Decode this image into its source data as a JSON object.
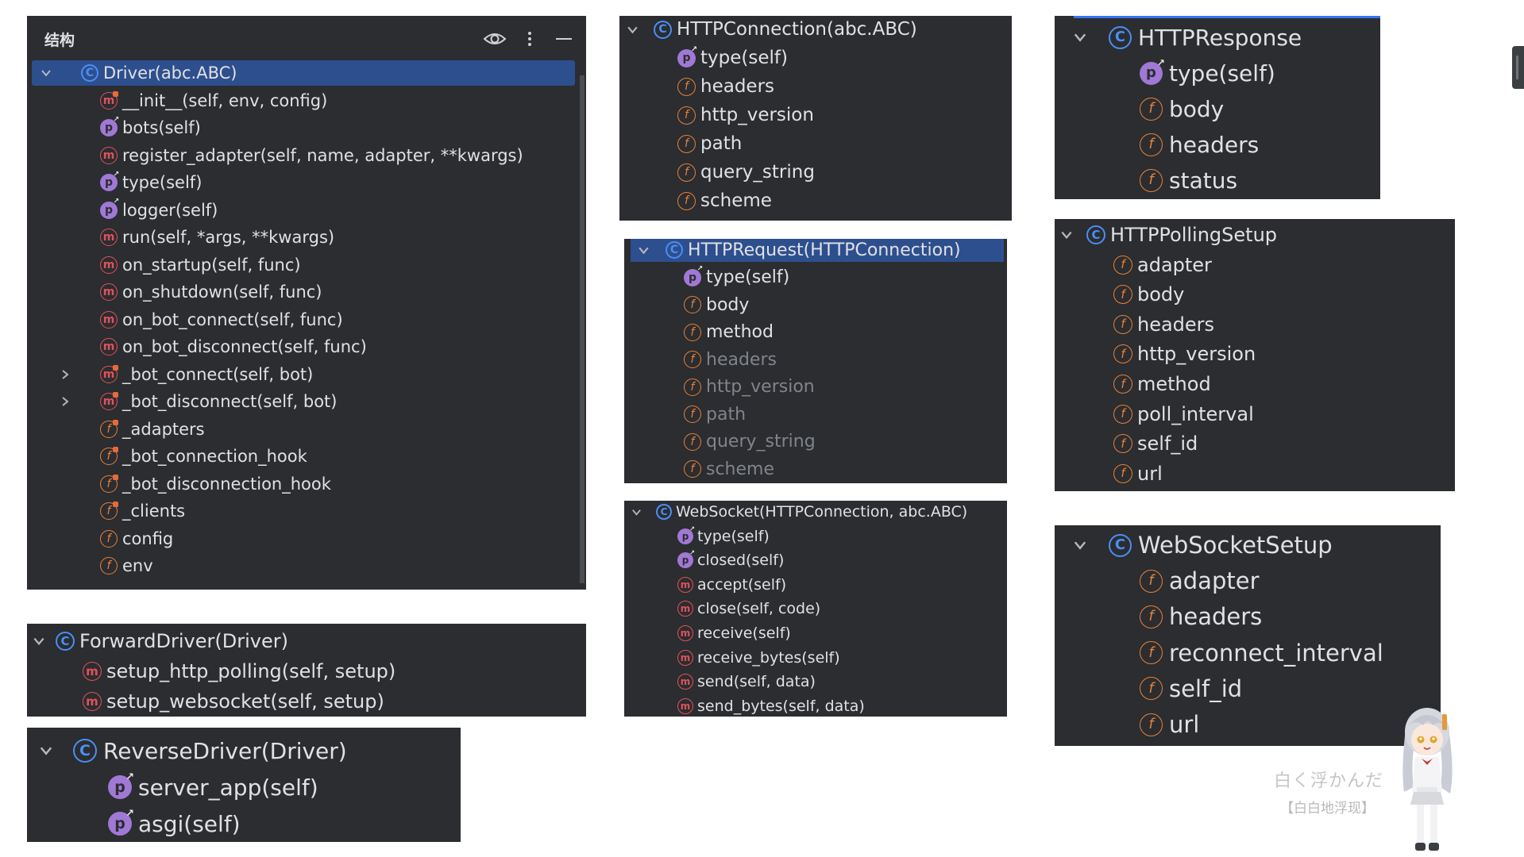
{
  "struct_panel": {
    "title": "结构",
    "rows": [
      {
        "icon": "class",
        "label": "Driver(abc.ABC)",
        "chev": "down",
        "selected": true
      },
      {
        "icon": "method-lock",
        "label": "__init__(self, env, config)"
      },
      {
        "icon": "prop",
        "label": "bots(self)"
      },
      {
        "icon": "method",
        "label": "register_adapter(self, name, adapter, **kwargs)"
      },
      {
        "icon": "prop",
        "label": "type(self)"
      },
      {
        "icon": "prop",
        "label": "logger(self)"
      },
      {
        "icon": "method",
        "label": "run(self, *args, **kwargs)"
      },
      {
        "icon": "method",
        "label": "on_startup(self, func)"
      },
      {
        "icon": "method",
        "label": "on_shutdown(self, func)"
      },
      {
        "icon": "method",
        "label": "on_bot_connect(self, func)"
      },
      {
        "icon": "method",
        "label": "on_bot_disconnect(self, func)"
      },
      {
        "icon": "method-lock",
        "label": "_bot_connect(self, bot)",
        "chev": "right"
      },
      {
        "icon": "method-lock",
        "label": "_bot_disconnect(self, bot)",
        "chev": "right"
      },
      {
        "icon": "field-lock",
        "label": "_adapters"
      },
      {
        "icon": "field-lock",
        "label": "_bot_connection_hook"
      },
      {
        "icon": "field-lock",
        "label": "_bot_disconnection_hook"
      },
      {
        "icon": "field-lock",
        "label": "_clients"
      },
      {
        "icon": "field",
        "label": "config"
      },
      {
        "icon": "field",
        "label": "env"
      }
    ]
  },
  "forward_panel": {
    "rows": [
      {
        "icon": "class",
        "label": "ForwardDriver(Driver)",
        "chev": "down"
      },
      {
        "icon": "method",
        "label": "setup_http_polling(self, setup)"
      },
      {
        "icon": "method",
        "label": "setup_websocket(self, setup)"
      }
    ]
  },
  "reverse_panel": {
    "rows": [
      {
        "icon": "class",
        "label": "ReverseDriver(Driver)",
        "chev": "down"
      },
      {
        "icon": "prop",
        "label": "server_app(self)"
      },
      {
        "icon": "prop",
        "label": "asgi(self)"
      }
    ]
  },
  "httpconn_panel": {
    "rows": [
      {
        "icon": "class",
        "label": "HTTPConnection(abc.ABC)",
        "chev": "down"
      },
      {
        "icon": "prop",
        "label": "type(self)"
      },
      {
        "icon": "field",
        "label": "headers"
      },
      {
        "icon": "field",
        "label": "http_version"
      },
      {
        "icon": "field",
        "label": "path"
      },
      {
        "icon": "field",
        "label": "query_string"
      },
      {
        "icon": "field",
        "label": "scheme"
      }
    ]
  },
  "httpreq_panel": {
    "rows": [
      {
        "icon": "class",
        "label": "HTTPRequest(HTTPConnection)",
        "chev": "down",
        "selected": true
      },
      {
        "icon": "prop",
        "label": "type(self)"
      },
      {
        "icon": "field",
        "label": "body"
      },
      {
        "icon": "field",
        "label": "method"
      },
      {
        "icon": "field",
        "label": "headers",
        "dim": true
      },
      {
        "icon": "field",
        "label": "http_version",
        "dim": true
      },
      {
        "icon": "field",
        "label": "path",
        "dim": true
      },
      {
        "icon": "field",
        "label": "query_string",
        "dim": true
      },
      {
        "icon": "field",
        "label": "scheme",
        "dim": true
      }
    ]
  },
  "websocket_panel": {
    "rows": [
      {
        "icon": "class",
        "label": "WebSocket(HTTPConnection, abc.ABC)",
        "chev": "down"
      },
      {
        "icon": "prop",
        "label": "type(self)"
      },
      {
        "icon": "prop",
        "label": "closed(self)"
      },
      {
        "icon": "method",
        "label": "accept(self)"
      },
      {
        "icon": "method",
        "label": "close(self, code)"
      },
      {
        "icon": "method",
        "label": "receive(self)"
      },
      {
        "icon": "method",
        "label": "receive_bytes(self)"
      },
      {
        "icon": "method",
        "label": "send(self, data)"
      },
      {
        "icon": "method",
        "label": "send_bytes(self, data)"
      }
    ]
  },
  "httpresp_panel": {
    "rows": [
      {
        "icon": "class",
        "label": "HTTPResponse",
        "chev": "down"
      },
      {
        "icon": "prop",
        "label": "type(self)"
      },
      {
        "icon": "field",
        "label": "body"
      },
      {
        "icon": "field",
        "label": "headers"
      },
      {
        "icon": "field",
        "label": "status"
      }
    ]
  },
  "httppoll_panel": {
    "rows": [
      {
        "icon": "class",
        "label": "HTTPPollingSetup",
        "chev": "down"
      },
      {
        "icon": "field",
        "label": "adapter"
      },
      {
        "icon": "field",
        "label": "body"
      },
      {
        "icon": "field",
        "label": "headers"
      },
      {
        "icon": "field",
        "label": "http_version"
      },
      {
        "icon": "field",
        "label": "method"
      },
      {
        "icon": "field",
        "label": "poll_interval"
      },
      {
        "icon": "field",
        "label": "self_id"
      },
      {
        "icon": "field",
        "label": "url"
      }
    ]
  },
  "wssetup_panel": {
    "rows": [
      {
        "icon": "class",
        "label": "WebSocketSetup",
        "chev": "down"
      },
      {
        "icon": "field",
        "label": "adapter"
      },
      {
        "icon": "field",
        "label": "headers"
      },
      {
        "icon": "field",
        "label": "reconnect_interval"
      },
      {
        "icon": "field",
        "label": "self_id"
      },
      {
        "icon": "field",
        "label": "url"
      }
    ]
  },
  "icon_glyphs": {
    "class": "C",
    "field": "f",
    "method": "m",
    "prop": "p"
  },
  "watermark": {
    "line1": "白く浮かんだ",
    "line2": "【白白地浮现】"
  }
}
